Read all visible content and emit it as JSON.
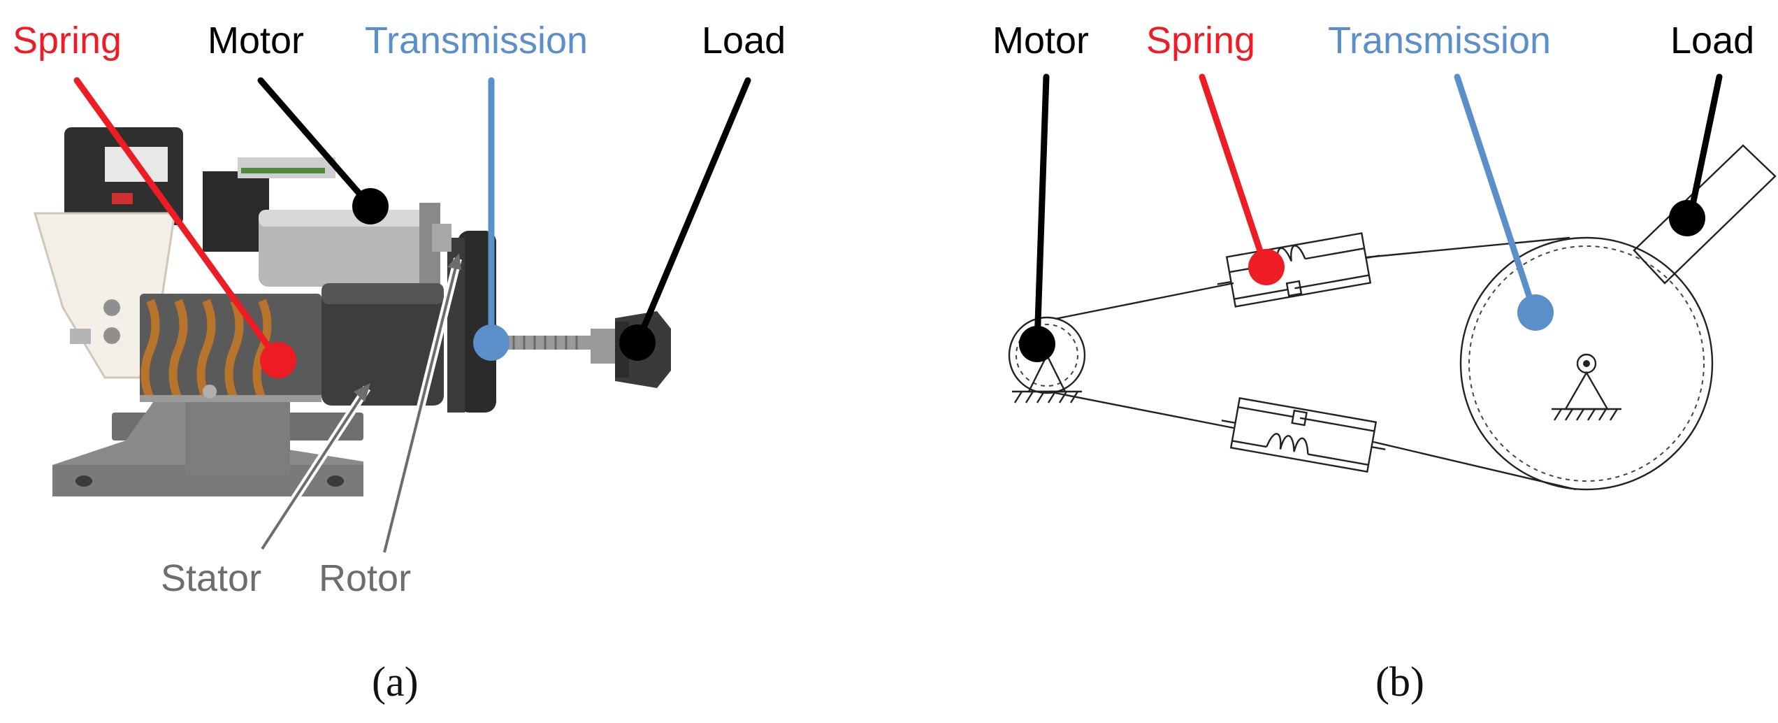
{
  "panel_a": {
    "caption": "(a)",
    "labels": {
      "spring": "Spring",
      "motor": "Motor",
      "transmission": "Transmission",
      "load": "Load",
      "stator": "Stator",
      "rotor": "Rotor"
    }
  },
  "panel_b": {
    "caption": "(b)",
    "labels": {
      "motor": "Motor",
      "spring": "Spring",
      "transmission": "Transmission",
      "load": "Load"
    }
  },
  "colors": {
    "spring": "#ee1c24",
    "motor": "#000000",
    "transmission": "#5b8fc9",
    "load": "#000000",
    "secondary": "#6d6d6d"
  }
}
